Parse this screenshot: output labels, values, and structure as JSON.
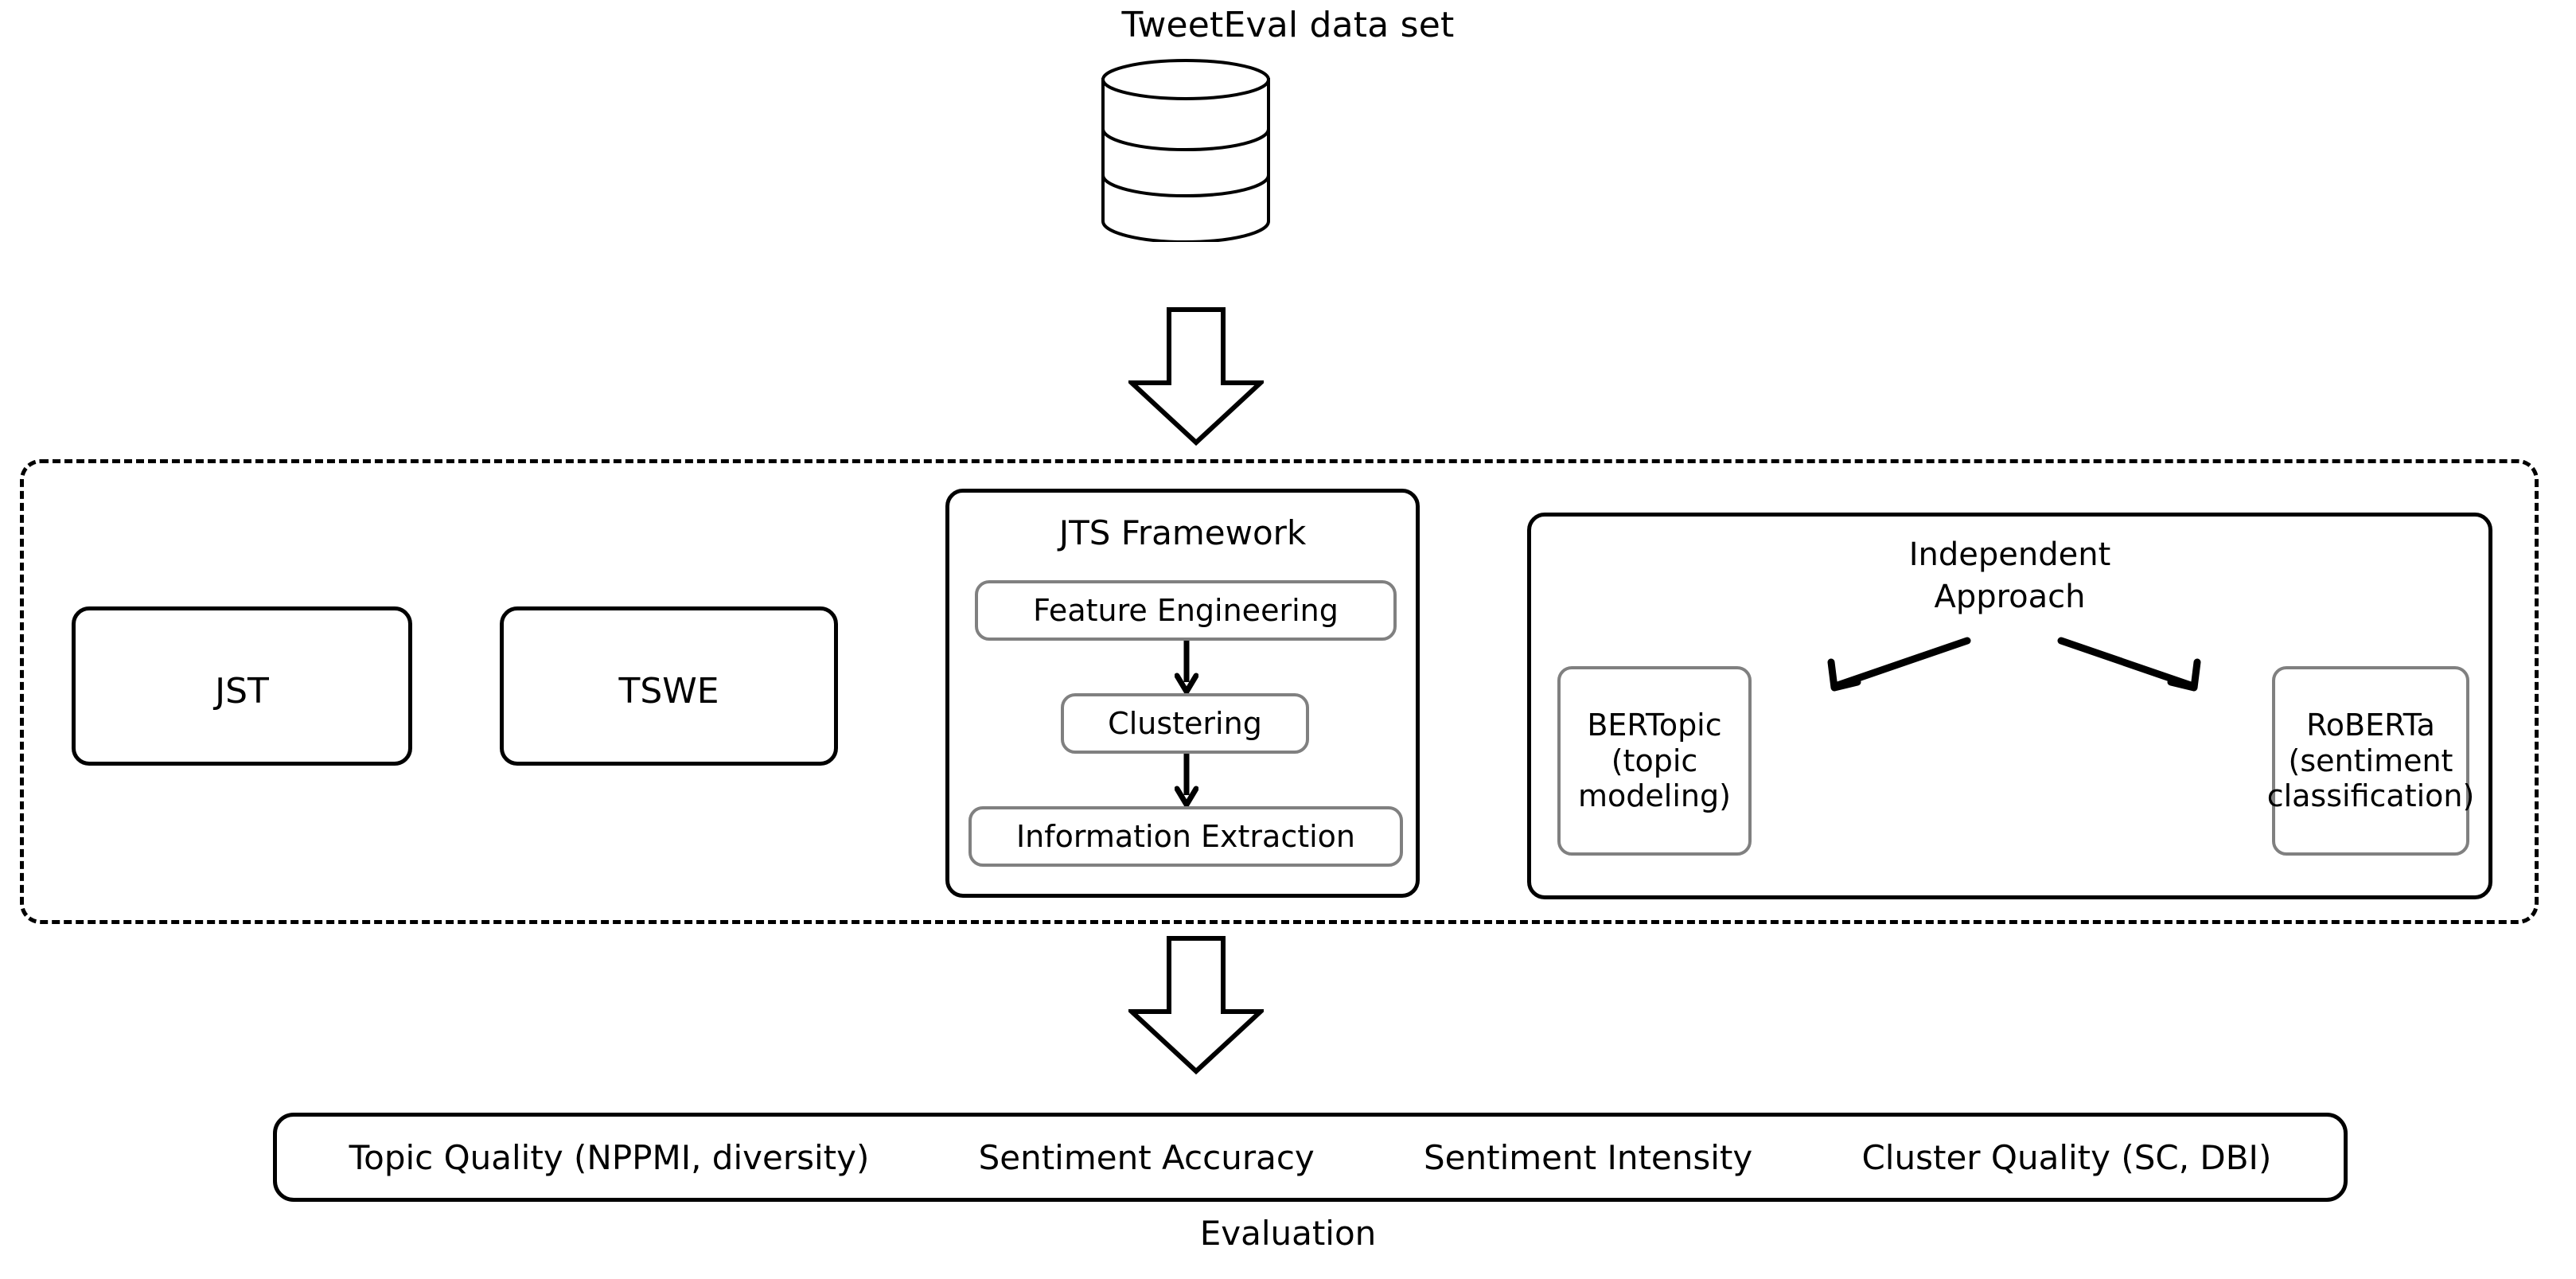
{
  "diagram": {
    "title": "TweetEval data set",
    "source_icon": "database-cylinder-icon",
    "flow_arrow_icon": "down-block-arrow-icon"
  },
  "approaches_band": {
    "baselines": [
      {
        "label": "JST"
      },
      {
        "label": "TSWE"
      }
    ],
    "jts": {
      "title": "JTS Framework",
      "steps": [
        {
          "label": "Feature Engineering"
        },
        {
          "label": "Clustering"
        },
        {
          "label": "Information Extraction"
        }
      ]
    },
    "independent": {
      "label_line1": "Independent",
      "label_line2": "Approach",
      "models": [
        {
          "name": "BERTopic",
          "role_line1": "(topic",
          "role_line2": "modeling)"
        },
        {
          "name": "RoBERTa",
          "role_line1": "(sentiment",
          "role_line2": "classification)"
        }
      ]
    }
  },
  "evaluation": {
    "caption": "Evaluation",
    "metrics": [
      "Topic Quality (NPPMI, diversity)",
      "Sentiment Accuracy",
      "Sentiment Intensity",
      "Cluster Quality (SC, DBI)"
    ]
  },
  "colors": {
    "stroke": "#000000",
    "inner_stroke": "#808080",
    "background": "#ffffff"
  }
}
